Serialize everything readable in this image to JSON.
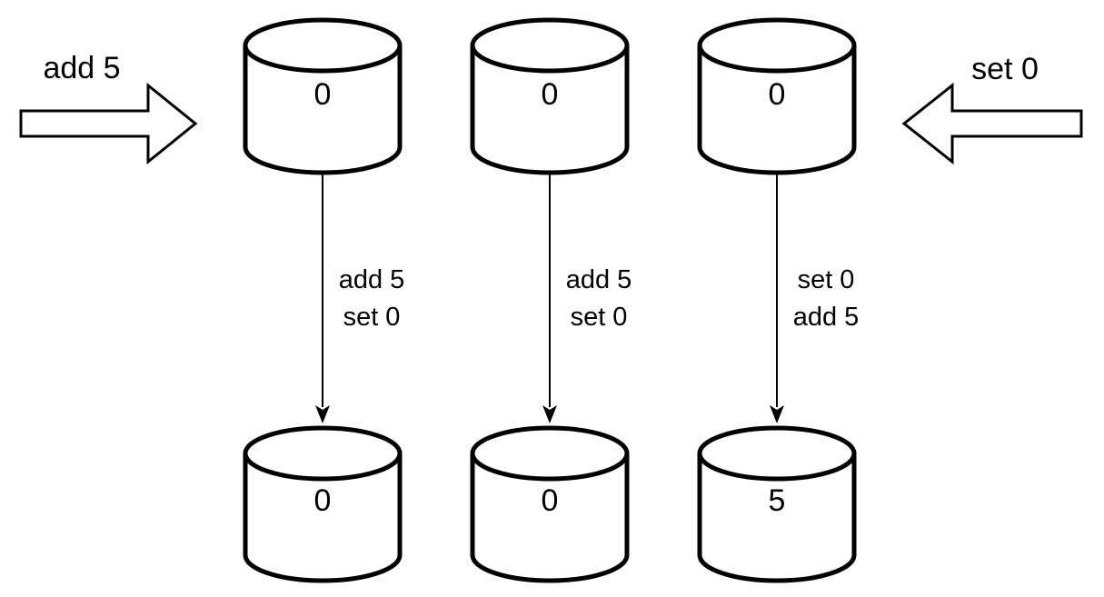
{
  "diagram": {
    "inputs": {
      "left": "add 5",
      "right": "set 0"
    },
    "replicas": [
      {
        "initial": "0",
        "ops": [
          "add 5",
          "set 0"
        ],
        "final": "0"
      },
      {
        "initial": "0",
        "ops": [
          "add 5",
          "set 0"
        ],
        "final": "0"
      },
      {
        "initial": "0",
        "ops": [
          "set 0",
          "add 5"
        ],
        "final": "5"
      }
    ]
  },
  "colors": {
    "stroke": "#000000",
    "fill": "#ffffff"
  }
}
